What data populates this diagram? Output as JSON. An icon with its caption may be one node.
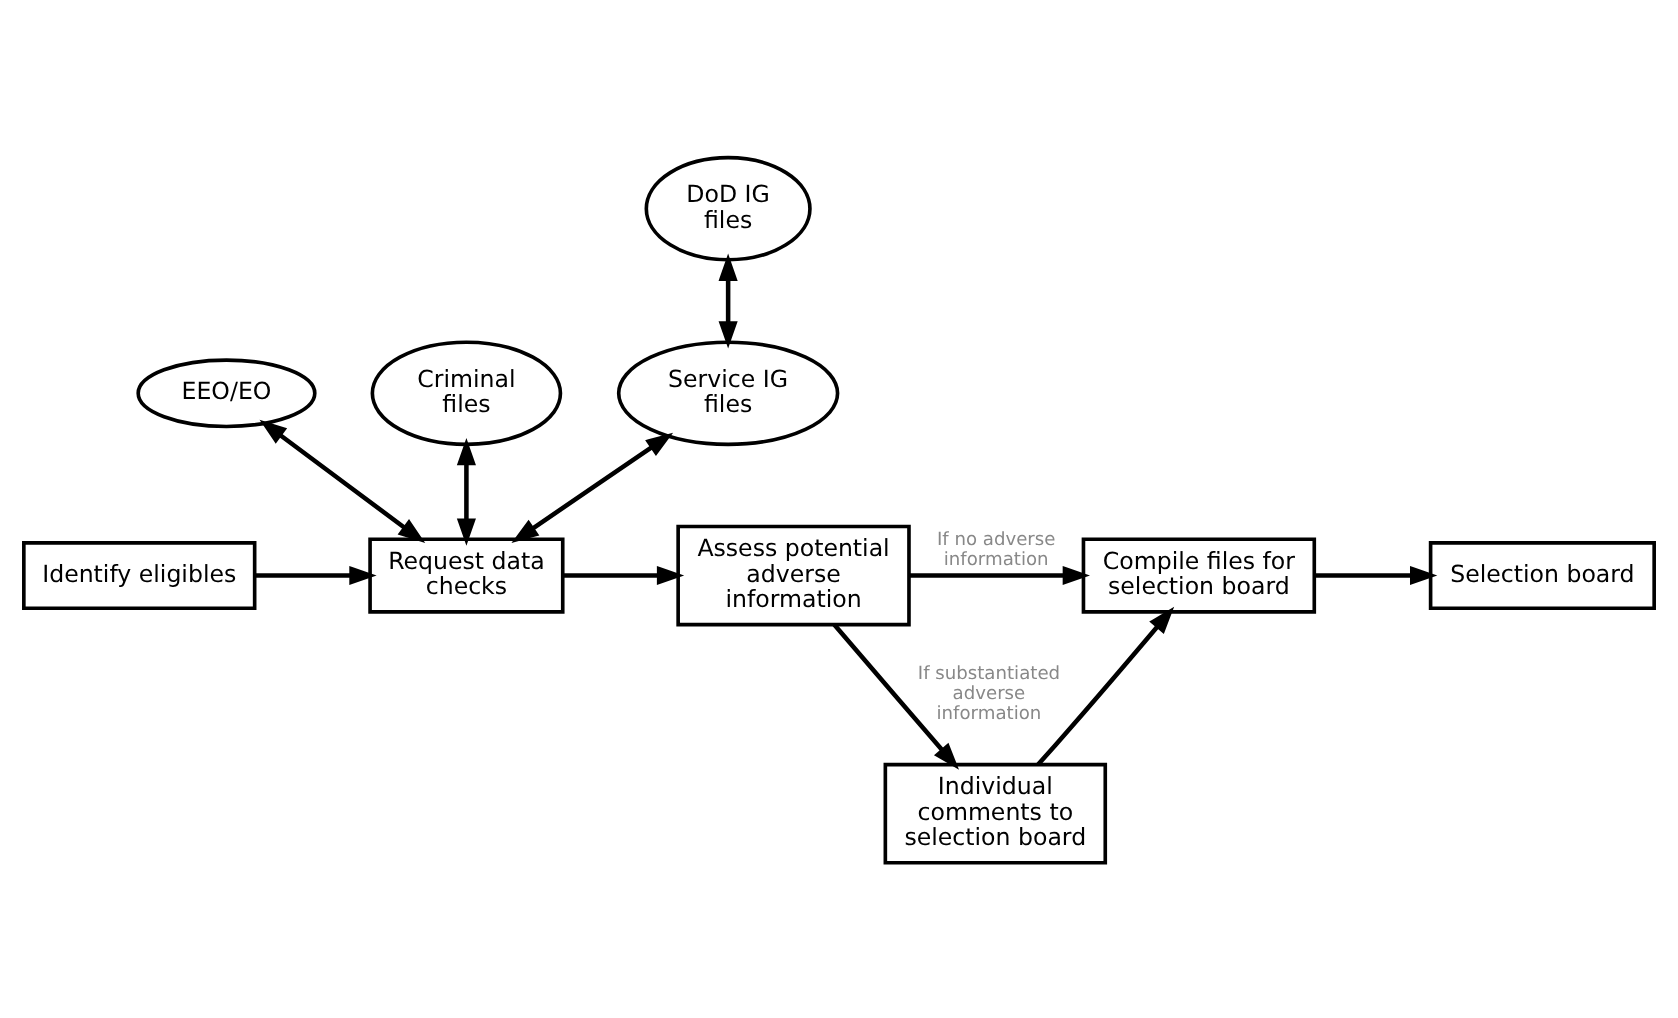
{
  "diagram": {
    "nodes": [
      {
        "text": [
          "EEO/EO"
        ]
      },
      {
        "text": [
          "Criminal files"
        ]
      },
      {
        "text": [
          "Service IG files"
        ]
      },
      {
        "text": [
          "DoD IG files"
        ]
      },
      {
        "text": [
          "Identify eligibles"
        ]
      },
      {
        "text": [
          "Request data checks"
        ]
      },
      {
        "text": [
          "Assess potential adverse information"
        ]
      },
      {
        "text": [
          "Compile files for selection board"
        ]
      },
      {
        "text": [
          "Selection board"
        ]
      },
      {
        "text": [
          "Individual comments to selection board"
        ]
      }
    ],
    "edges": [
      {
        "from": 0,
        "to": 5,
        "arrow": "both"
      },
      {
        "from": 1,
        "to": 5,
        "arrow": "both"
      },
      {
        "from": 2,
        "to": 5,
        "arrow": "both"
      },
      {
        "from": 3,
        "to": 2,
        "arrow": "both"
      },
      {
        "from": 4,
        "to": 5,
        "arrow": "to"
      },
      {
        "from": 5,
        "to": 6,
        "arrow": "to"
      },
      {
        "from": 6,
        "to": 7,
        "arrow": "to",
        "label": "If no adverse information"
      },
      {
        "from": 6,
        "to": 9,
        "arrow": "to",
        "label": "If substantiated adverse information"
      },
      {
        "from": 9,
        "to": 7,
        "arrow": "to"
      },
      {
        "from": 7,
        "to": 8,
        "arrow": "to"
      }
    ]
  }
}
